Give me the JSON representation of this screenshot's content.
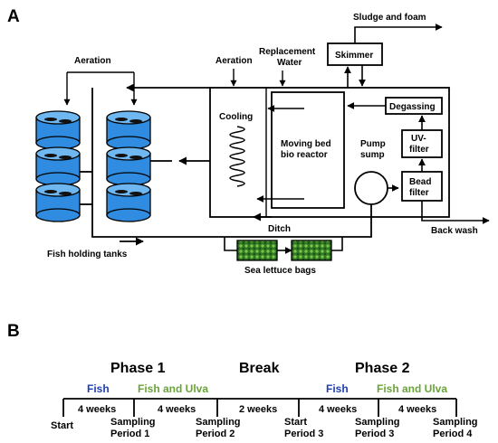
{
  "panel_a": {
    "letter": "A",
    "labels": {
      "aeration_left": "Aeration",
      "aeration_top": "Aeration",
      "replacement_1": "Replacement",
      "replacement_2": "Water",
      "sludge": "Sludge and foam",
      "skimmer": "Skimmer",
      "degassing": "Degassing",
      "cooling": "Cooling",
      "moving_bed_1": "Moving bed",
      "moving_bed_2": "bio reactor",
      "pump_1": "Pump",
      "pump_2": "sump",
      "uv_1": "UV-",
      "uv_2": "filter",
      "bead_1": "Bead",
      "bead_2": "filter",
      "back_wash": "Back wash",
      "ditch": "Ditch",
      "fish_tanks": "Fish holding tanks",
      "sea_lettuce": "Sea lettuce bags"
    }
  },
  "panel_b": {
    "letter": "B",
    "phases": [
      "Phase 1",
      "Break",
      "Phase 2"
    ],
    "fish_label_1": "Fish",
    "ulva_label_1": "Fish and Ulva",
    "fish_label_2": "Fish",
    "ulva_label_2": "Fish and Ulva",
    "segments": [
      "4 weeks",
      "4 weeks",
      "2 weeks",
      "4 weeks",
      "4 weeks"
    ],
    "ticks": [
      {
        "line1": "Start",
        "line2": ""
      },
      {
        "line1": "Sampling",
        "line2": "Period 1"
      },
      {
        "line1": "Sampling",
        "line2": "Period 2"
      },
      {
        "line1": "Start",
        "line2": "Period 3"
      },
      {
        "line1": "Sampling",
        "line2": "Period 3"
      },
      {
        "line1": "Sampling",
        "line2": "Period 4"
      }
    ],
    "colors": {
      "fish": "#1f3fb0",
      "ulva": "#6aa33a"
    }
  }
}
